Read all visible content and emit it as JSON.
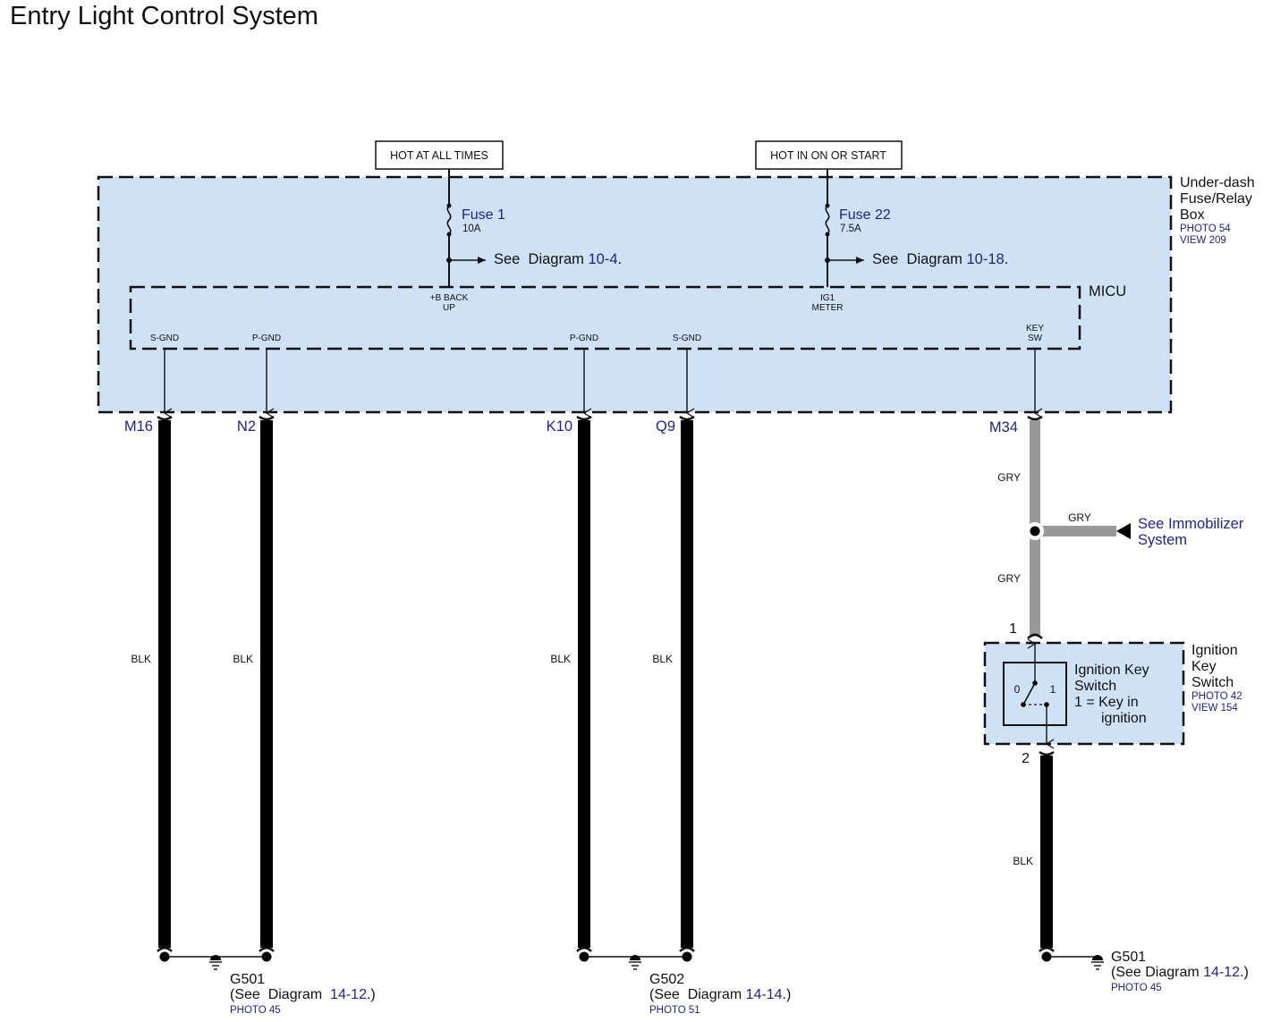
{
  "title": "Entry Light Control System",
  "colors": {
    "box_fill": "#cfe1f4",
    "link_blue": "#22228a",
    "wire_black": "#000000",
    "wire_gray": "#999999"
  },
  "power_sources": [
    {
      "label": "HOT AT ALL TIMES"
    },
    {
      "label": "HOT IN ON OR START"
    }
  ],
  "fuse_box": {
    "name_lines": [
      "Under-dash",
      "Fuse/Relay",
      "Box"
    ],
    "photo": "PHOTO 54",
    "view": "VIEW 209"
  },
  "fuses": [
    {
      "name": "Fuse 1",
      "rating": "10A",
      "see_prefix": "See  Diagram ",
      "see_ref": "10-4",
      "see_suffix": "."
    },
    {
      "name": "Fuse 22",
      "rating": "7.5A",
      "see_prefix": "See  Diagram ",
      "see_ref": "10-18",
      "see_suffix": "."
    }
  ],
  "micu": {
    "label": "MICU",
    "inputs": [
      {
        "lines": [
          "+B BACK",
          "UP"
        ]
      },
      {
        "lines": [
          "IG1",
          "METER"
        ]
      }
    ],
    "outputs": [
      {
        "lines": [
          "S-GND"
        ],
        "connector": "M16",
        "wire_color": "BLK"
      },
      {
        "lines": [
          "P-GND"
        ],
        "connector": "N2",
        "wire_color": "BLK"
      },
      {
        "lines": [
          "P-GND"
        ],
        "connector": "K10",
        "wire_color": "BLK"
      },
      {
        "lines": [
          "S-GND"
        ],
        "connector": "Q9",
        "wire_color": "BLK"
      },
      {
        "lines": [
          "KEY",
          "SW"
        ],
        "connector": "M34",
        "wire_color": "GRY"
      }
    ]
  },
  "key_sw_wire": {
    "upper_color": "GRY",
    "branch_color": "GRY",
    "lower_color": "GRY",
    "branch_target_lines": [
      "See Immobilizer",
      "System"
    ]
  },
  "ignition_switch": {
    "pin_top": "1",
    "pin_bottom": "2",
    "inner_text_lines": [
      "Ignition Key",
      "Switch",
      "1 = Key in",
      "ignition"
    ],
    "pos_0": "0",
    "pos_1": "1",
    "name_lines": [
      "Ignition",
      "Key",
      "Switch"
    ],
    "photo": "PHOTO 42",
    "view": "VIEW 154",
    "lower_wire_color": "BLK"
  },
  "grounds": [
    {
      "name": "G501",
      "see_prefix": "(See  Diagram  ",
      "see_ref": "14-12",
      "see_suffix": ".)",
      "photo": "PHOTO 45"
    },
    {
      "name": "G502",
      "see_prefix": "(See  Diagram ",
      "see_ref": "14-14",
      "see_suffix": ".)",
      "photo": "PHOTO 51"
    },
    {
      "name": "G501",
      "see_prefix": "(See Diagram ",
      "see_ref": "14-12",
      "see_suffix": ".)",
      "photo": "PHOTO 45"
    }
  ]
}
